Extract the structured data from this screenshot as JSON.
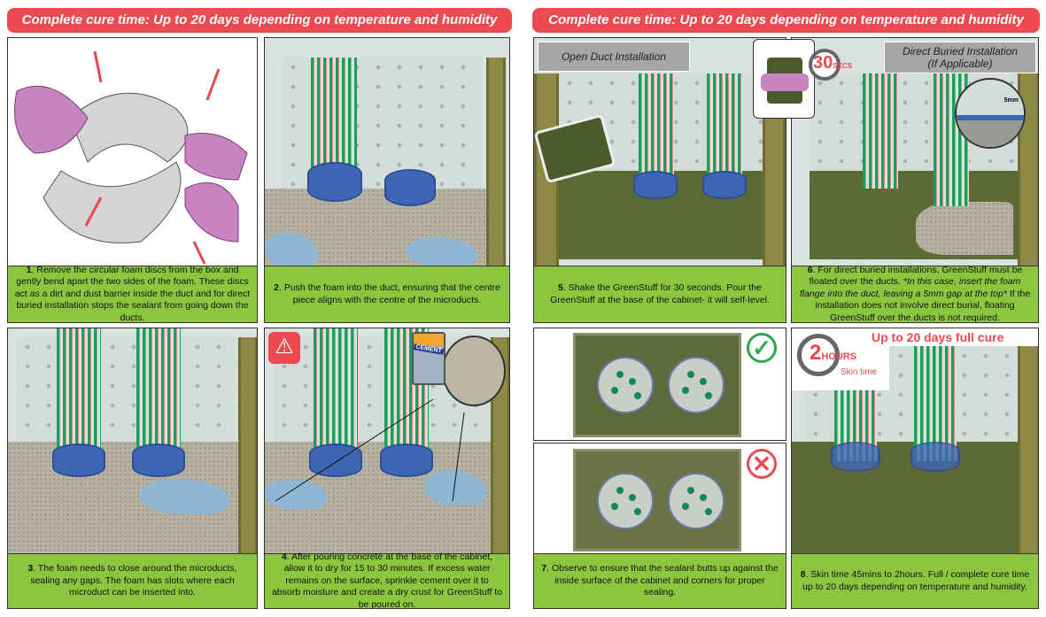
{
  "banners": {
    "left": "Complete cure time: Up to 20 days depending on temperature and humidity",
    "right": "Complete cure time: Up to 20 days depending on temperature and humidity"
  },
  "steps": [
    {
      "num": "1",
      "text": ". Remove the circular foam discs from the box and gently bend apart the two sides of the foam. These discs act as a dirt and dust barrier inside the duct and for direct buried installation stops the sealant from going down the ducts."
    },
    {
      "num": "2",
      "text": ". Push the foam into the duct, ensuring that the centre piece aligns with the centre of the microducts."
    },
    {
      "num": "3",
      "text": ". The foam needs to close around the microducts, sealing any gaps. The foam has slots where each microduct can be inserted into."
    },
    {
      "num": "4",
      "text": ". After pouring concrete at the base of the cabinet, allow it to dry for 15 to 30 minutes. If excess water remains on the surface, sprinkle cement over it to absorb moisture and create a dry crust for GreenStuff to be poured on."
    },
    {
      "num": "5",
      "text": ". Shake the GreenStuff for 30 seconds. Pour the GreenStuff at the base of the cabinet- it will self-level."
    },
    {
      "num": "6",
      "text": ". For direct buried installations, GreenStuff must be floated over the ducts. ",
      "italic": "*In this case, insert the foam flange into the duct, leaving a 5mm gap at the top*",
      "text2": " If the installation does not involve direct burial, floating GreenStuff over the ducts is not required."
    },
    {
      "num": "7",
      "text": ". Observe to ensure that the sealant butts up against the inside surface of the cabinet and corners for proper sealing."
    },
    {
      "num": "8",
      "text": ". Skin time 45mins to 2hours. Full / complete cure time up to 20 days depending on temperature and humidity."
    }
  ],
  "panel4": {
    "cement_label": "CEMENT",
    "icon": "warning-icon"
  },
  "panel5": {
    "open_duct_label": "Open Duct Installation",
    "timer_value": "30",
    "timer_unit": "SECS"
  },
  "panel6": {
    "direct_buried_label": "Direct Buried Installation",
    "direct_buried_sub": "(If Applicable)",
    "gap_label": "5mm"
  },
  "panel7": {
    "correct_icon": "check-icon",
    "wrong_icon": "cross-icon"
  },
  "panel8": {
    "full_cure": "Up to 20 days full cure",
    "timer_value": "2",
    "timer_unit": "HOURS",
    "skin_time": "Skin time"
  },
  "colors": {
    "banner": "#ec4a50",
    "caption": "#8cc63f",
    "duct": "#1aa05e",
    "ring": "#3f66b5",
    "sealant": "#5d6a36"
  }
}
